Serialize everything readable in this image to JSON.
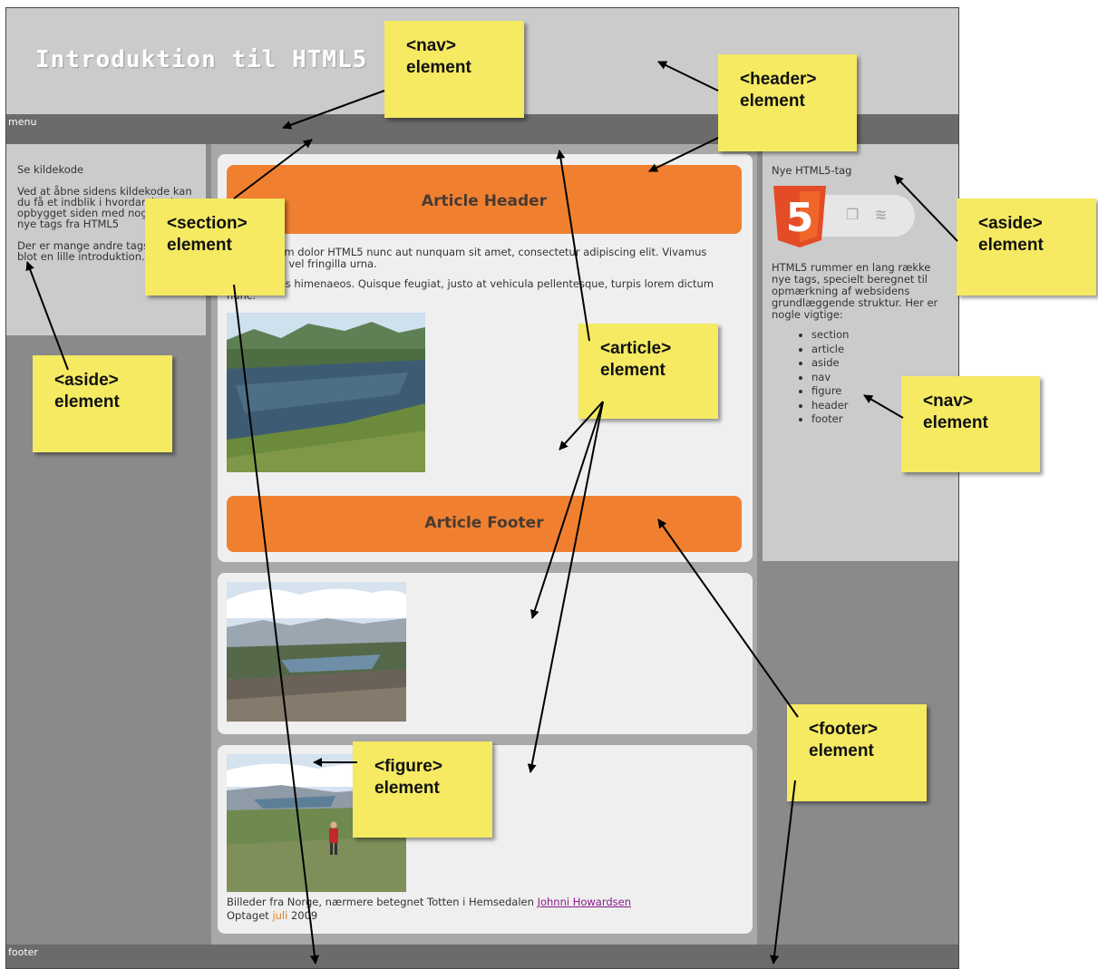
{
  "header": {
    "title": "Introduktion til HTML5"
  },
  "menu": {
    "label": "menu"
  },
  "aside_left": {
    "heading": "Se kildekode",
    "paragraph1": "Ved at åbne sidens kildekode kan du få et indblik i hvordan jeg har opbygget siden med nogle af de nye tags fra HTML5",
    "paragraph2": "Der er mange andre tags, dette er blot en lille introduktion."
  },
  "aside_right": {
    "title": "Nye HTML5-tag",
    "logo_text": "5",
    "text": "HTML5 rummer en lang række nye tags, specielt beregnet til opmærkning af websidens grundlæggende struktur. Her er nogle vigtige:",
    "tags": [
      "section",
      "article",
      "aside",
      "nav",
      "figure",
      "header",
      "footer"
    ]
  },
  "article1": {
    "header": "Article Header",
    "paragraph1": "Lorem ipsum dolor HTML5 nunc aut nunquam sit amet, consectetur adipiscing elit. Vivamus at est eros, vel fringilla urna.",
    "paragraph2": "Per inceptos himenaeos. Quisque feugiat, justo at vehicula pellentesque, turpis lorem dictum nunc.",
    "footer": "Article Footer"
  },
  "caption": {
    "text": "Billeder fra Norge, nærmere betegnet Totten i Hemsedalen",
    "author": "Johnni Howardsen",
    "taken": "Optaget",
    "month": "juli",
    "year": "2009"
  },
  "footer": {
    "label": "footer"
  },
  "notes": {
    "nav1": [
      "<nav>",
      "element"
    ],
    "header": [
      "<header>",
      "element"
    ],
    "section": [
      "<section>",
      "element"
    ],
    "aside_right": [
      "<aside>",
      "element"
    ],
    "aside_left": [
      "<aside>",
      "element"
    ],
    "article": [
      "<article>",
      "element"
    ],
    "nav2": [
      "<nav>",
      "element"
    ],
    "footer": [
      "<footer>",
      "element"
    ],
    "figure": [
      "<figure>",
      "element"
    ]
  },
  "colors": {
    "accent_orange": "#f08030",
    "note_yellow": "#f5ea62",
    "header_grey": "#cbcbcb",
    "bar_grey": "#6b6b6b"
  }
}
